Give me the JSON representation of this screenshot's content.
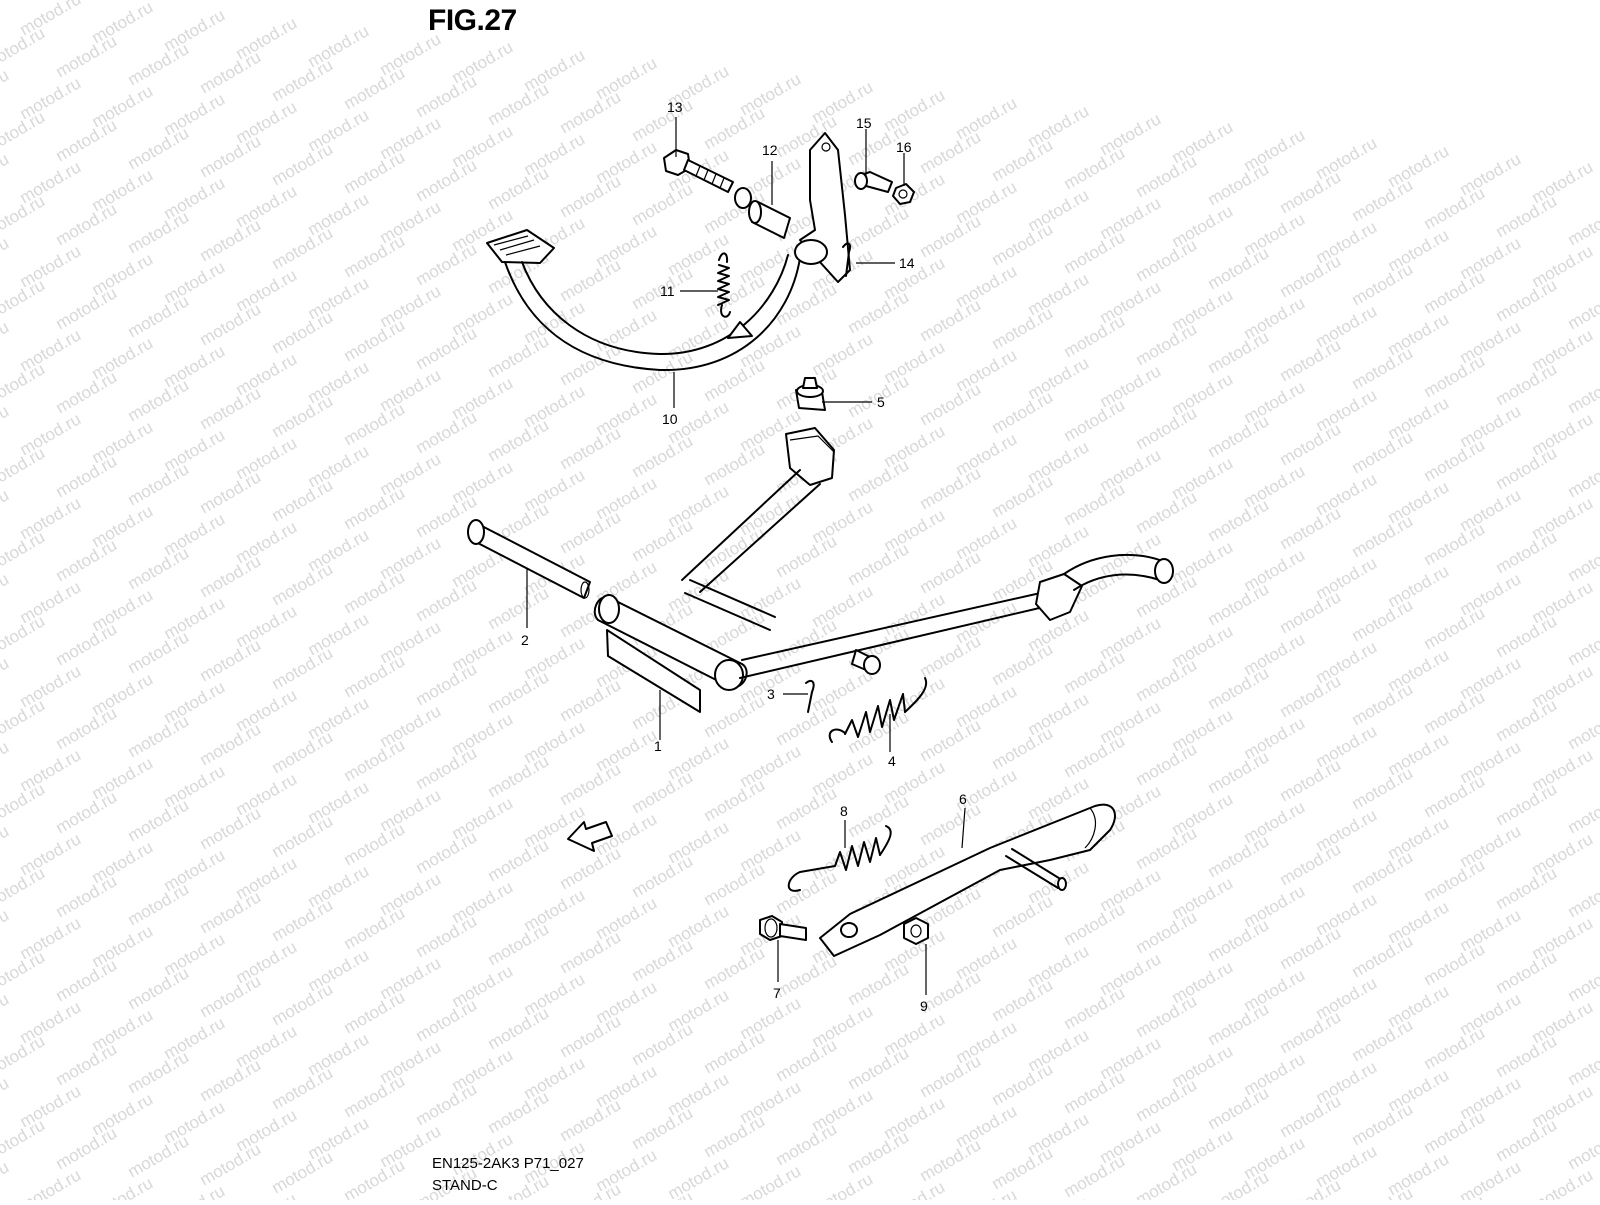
{
  "figure": {
    "title": "FIG.27",
    "code": "EN125-2AK3 P71_027",
    "group": "STAND-C"
  },
  "watermark": {
    "text": "motod.ru",
    "color": "#d8d8d8"
  },
  "fwd_arrow": {
    "label": "FWD"
  },
  "callouts": [
    {
      "id": "1",
      "label": "1"
    },
    {
      "id": "2",
      "label": "2"
    },
    {
      "id": "3",
      "label": "3"
    },
    {
      "id": "4",
      "label": "4"
    },
    {
      "id": "5",
      "label": "5"
    },
    {
      "id": "6",
      "label": "6"
    },
    {
      "id": "7",
      "label": "7"
    },
    {
      "id": "8",
      "label": "8"
    },
    {
      "id": "9",
      "label": "9"
    },
    {
      "id": "10",
      "label": "10"
    },
    {
      "id": "11",
      "label": "11"
    },
    {
      "id": "12",
      "label": "12"
    },
    {
      "id": "13",
      "label": "13"
    },
    {
      "id": "14",
      "label": "14"
    },
    {
      "id": "15",
      "label": "15"
    },
    {
      "id": "16",
      "label": "16"
    }
  ]
}
